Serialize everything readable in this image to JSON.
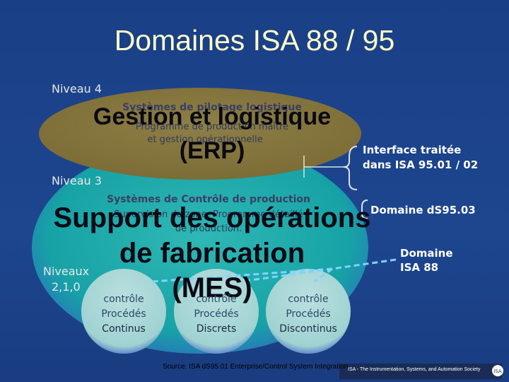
{
  "title": "Domaines ISA 88 / 95",
  "levels": {
    "level4": "Niveau 4",
    "level3": "Niveau 3",
    "levels_low_line1": "Niveaux",
    "levels_low_line2": "2,1,0"
  },
  "erp": {
    "heading": "Systèmes de pilotage logistique",
    "line2": "Programme de production maître",
    "line3": "et gestion opérationnelle",
    "big_line1": "Gestion et logistique",
    "big_line2": "(ERP)"
  },
  "mes": {
    "heading": "Systèmes de Contrôle de production",
    "line2": "Supervision de zone, Programme détaillé",
    "line3": "de production.",
    "big_line1": "Support des opérations",
    "big_line2": "de fabrication",
    "big_line3": "(MES)"
  },
  "bubbles": [
    {
      "line1": "contrôle",
      "line2": "Procédés",
      "line3": "Continus"
    },
    {
      "line1": "contrôle",
      "line2": "Procédés",
      "line3": "Discrets"
    },
    {
      "line1": "contrôle",
      "line2": "Procédés",
      "line3": "Discontinus"
    }
  ],
  "right_labels": {
    "interface_line1": "Interface traitée",
    "interface_line2": "dans ISA 95.01 / 02",
    "domain_95": "Domaine dS95.03",
    "domain_88_line1": "Domaine",
    "domain_88_line2": "ISA 88"
  },
  "source": "Source: ISA dS95.01 Enterprise/Control System Integration",
  "footer": "ISA - The Instrumentation, Systems, and Automation Society",
  "colors": {
    "background": "#1a3f86",
    "erp_ellipse": "#8b7a3e",
    "mes_ellipse": "#18a4a4",
    "bubble": "#a9d6d6",
    "title": "#ffffc8"
  }
}
